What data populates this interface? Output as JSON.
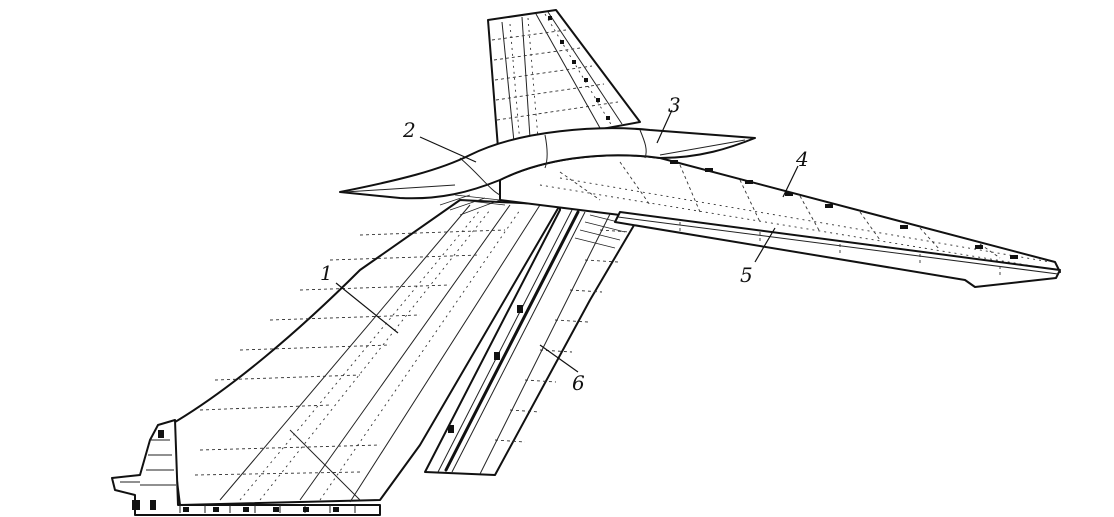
{
  "callouts": [
    {
      "label": "1",
      "part": "fin"
    },
    {
      "label": "2",
      "part": "fairing-front"
    },
    {
      "label": "3",
      "part": "fairing-rear"
    },
    {
      "label": "4",
      "part": "stabilizer"
    },
    {
      "label": "5",
      "part": "elevator"
    },
    {
      "label": "6",
      "part": "rudder"
    }
  ]
}
